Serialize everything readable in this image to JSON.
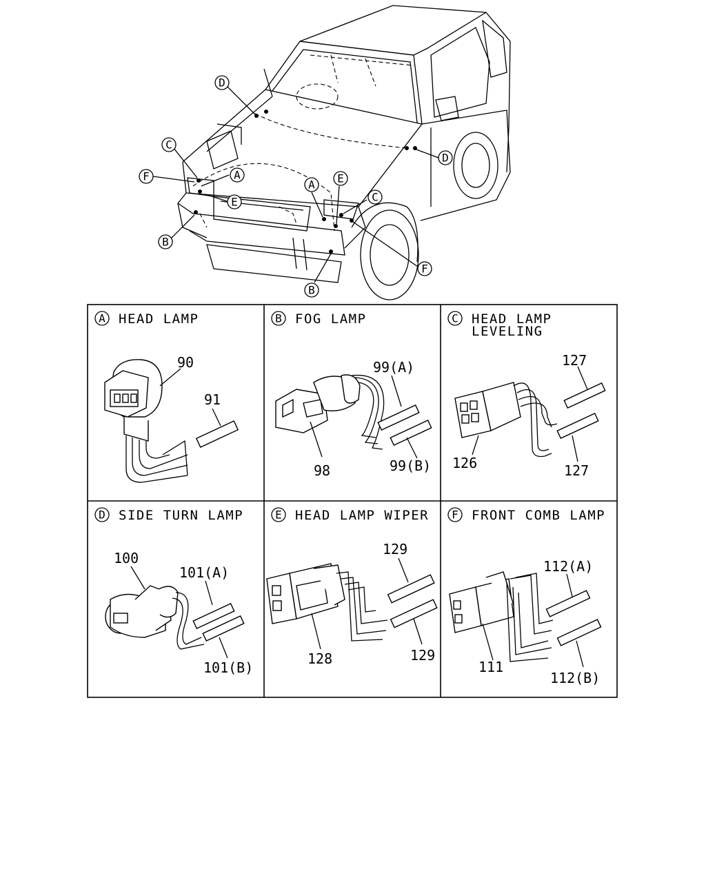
{
  "vehicle": {
    "callouts": [
      "D",
      "C",
      "F",
      "A",
      "E",
      "B",
      "A",
      "E",
      "C",
      "D",
      "F",
      "B"
    ]
  },
  "panels": [
    {
      "letter": "A",
      "title": [
        "HEAD LAMP"
      ],
      "parts": [
        "90",
        "91"
      ]
    },
    {
      "letter": "B",
      "title": [
        "FOG LAMP"
      ],
      "parts": [
        "99(A)",
        "98",
        "99(B)"
      ]
    },
    {
      "letter": "C",
      "title": [
        "HEAD LAMP",
        "LEVELING"
      ],
      "parts": [
        "127",
        "126",
        "127"
      ]
    },
    {
      "letter": "D",
      "title": [
        "SIDE TURN LAMP"
      ],
      "parts": [
        "100",
        "101(A)",
        "101(B)"
      ]
    },
    {
      "letter": "E",
      "title": [
        "HEAD LAMP WIPER"
      ],
      "parts": [
        "129",
        "128",
        "129"
      ]
    },
    {
      "letter": "F",
      "title": [
        "FRONT COMB LAMP"
      ],
      "parts": [
        "112(A)",
        "111",
        "112(B)"
      ]
    }
  ]
}
